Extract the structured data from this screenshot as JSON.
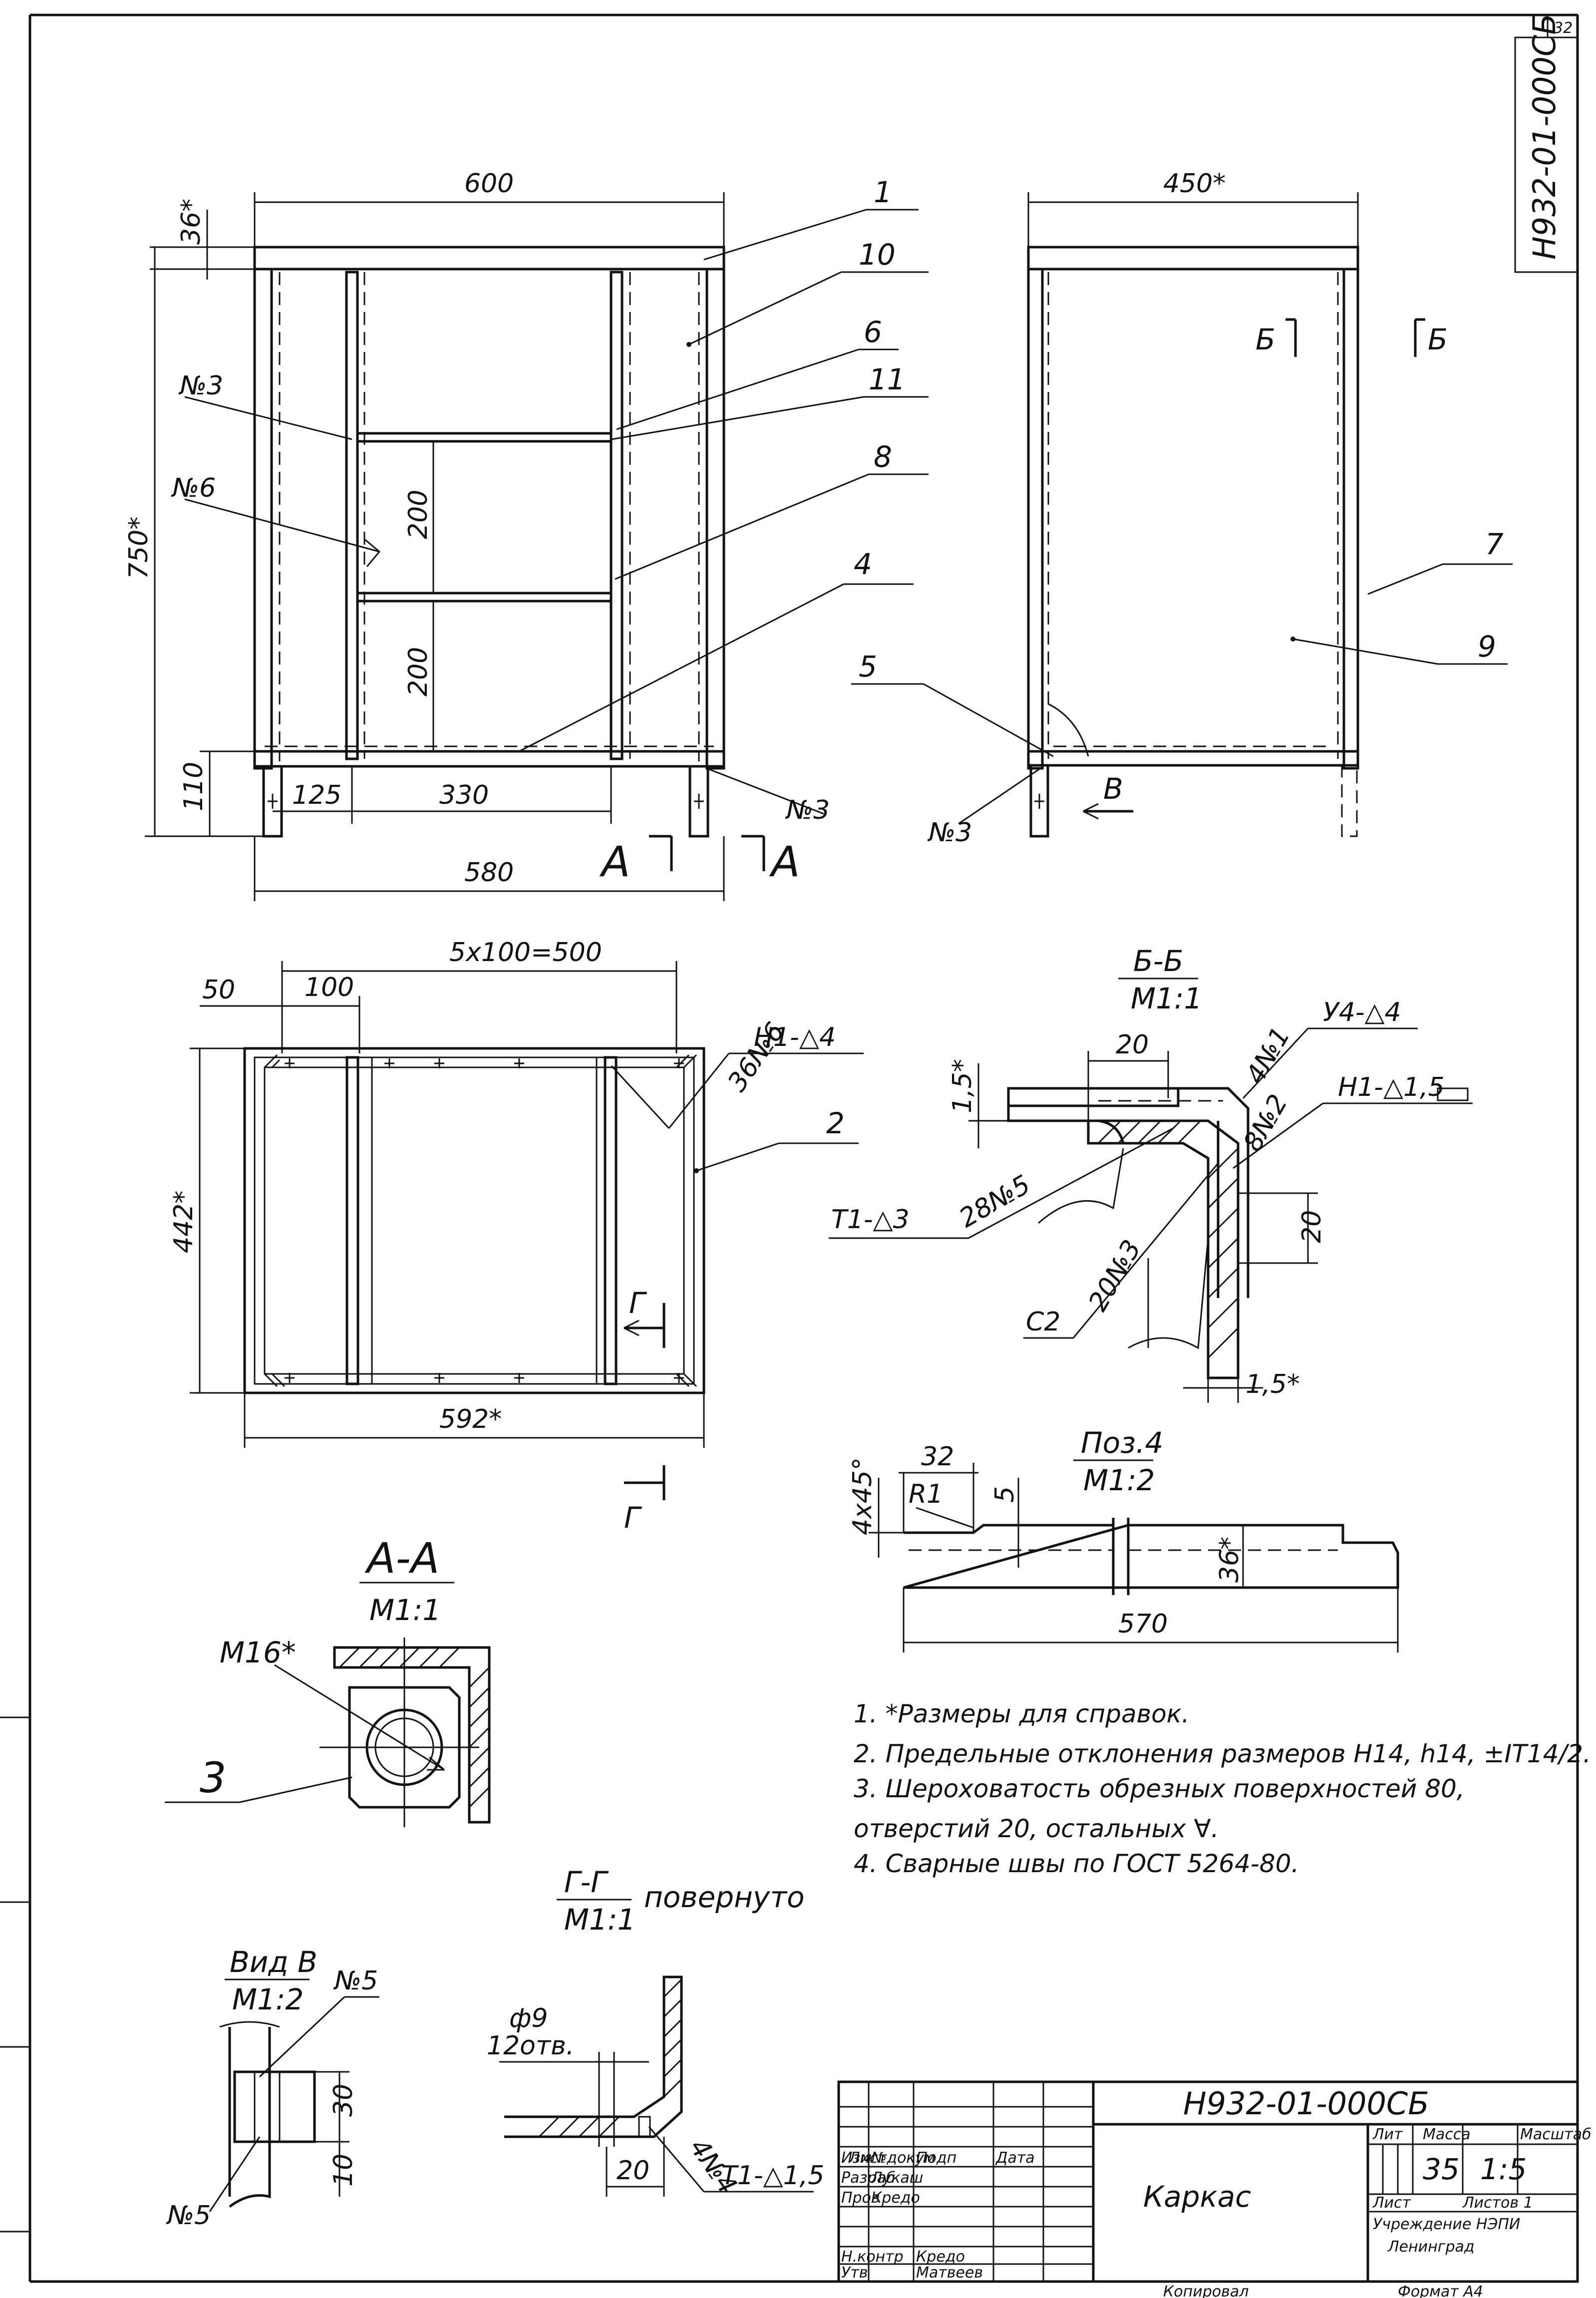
{
  "sheet": {
    "number": "32",
    "code_vertical": "Н932-01-000СБ"
  },
  "front_view": {
    "dims": {
      "width": "600",
      "top": "36*",
      "height": "750*",
      "bottom": "110",
      "shelf1": "200",
      "shelf2": "200",
      "d125": "125",
      "d330": "330",
      "base": "580"
    },
    "callouts": [
      "1",
      "10",
      "6",
      "11",
      "8",
      "4"
    ],
    "weld_marks": [
      "№3",
      "№6",
      "№3"
    ],
    "section_marks": [
      "А",
      "А"
    ]
  },
  "side_view": {
    "dims": {
      "width": "450*"
    },
    "callouts": [
      "7",
      "9",
      "5"
    ],
    "weld_mark": "№3",
    "section_marks": [
      "Б",
      "Б"
    ],
    "view_mark": "В"
  },
  "plan_view": {
    "dims": {
      "pitch": "5x100=500",
      "d50": "50",
      "d100": "100",
      "height": "442*",
      "width": "592*"
    },
    "weld": "36№6",
    "weld_type": "Н1-△4",
    "callout": "2",
    "section_marks": [
      "Г",
      "Г"
    ]
  },
  "section_bb": {
    "title": "Б-Б",
    "scale": "М1:1",
    "labels": {
      "w1": "4№1",
      "w1_type": "У4-△4",
      "w2": "8№2",
      "w2_type": "Н1-△1,5",
      "w5": "28№5",
      "w5_type": "Т1-△3",
      "w3": "20№3",
      "w3_type": "С2",
      "d20a": "20",
      "d20b": "20",
      "d15a": "1,5*",
      "d15b": "1,5*"
    }
  },
  "pos4": {
    "title": "Поз.4",
    "scale": "М1:2",
    "dims": {
      "d32": "32",
      "r1": "R1",
      "d5": "5",
      "chamfer": "4x45°",
      "h36": "36*",
      "len": "570"
    }
  },
  "section_aa": {
    "title": "А-А",
    "scale": "М1:1",
    "bolt": "М16*",
    "callout": "3"
  },
  "notes": [
    "1. *Размеры для справок.",
    "2. Предельные отклонения размеров Н14, h14, ±IT14/2.",
    "3. Шероховатость обрезных поверхностей 80,",
    "отверстий 20, остальных ∀.",
    "4. Сварные швы по ГОСТ 5264-80."
  ],
  "view_b": {
    "title": "Вид В",
    "scale": "М1:2",
    "marks": [
      "№5",
      "№5"
    ],
    "dims": {
      "d30": "30",
      "d10": "10"
    }
  },
  "section_gg": {
    "title": "Г-Г",
    "scale": "М1:1",
    "rotated": "повернуто",
    "hole": "ф9",
    "holes_count": "12отв.",
    "weld": "4№4",
    "weld_type": "Т1-△1,5",
    "d20": "20"
  },
  "title_block": {
    "code": "Н932-01-000СБ",
    "name": "Каркас",
    "mass": "35",
    "scale": "1:5",
    "col_headers": [
      "Лит",
      "Масса",
      "Масштаб"
    ],
    "rows": [
      [
        "Изм",
        "Лист",
        "№докум",
        "Подп",
        "Дата"
      ],
      [
        "Разраб",
        "Лукаш",
        "",
        ""
      ],
      [
        "Пров",
        "Кредо",
        "",
        ""
      ],
      [
        "Н.контр",
        "Кредо",
        "",
        ""
      ],
      [
        "Утв",
        "Матвеев",
        "",
        ""
      ]
    ],
    "sheet": "Лист",
    "sheets": "Листов 1",
    "org1": "Учреждение НЭПИ",
    "org2": "Ленинград",
    "format": "Формат А4",
    "copied": "Копировал"
  }
}
